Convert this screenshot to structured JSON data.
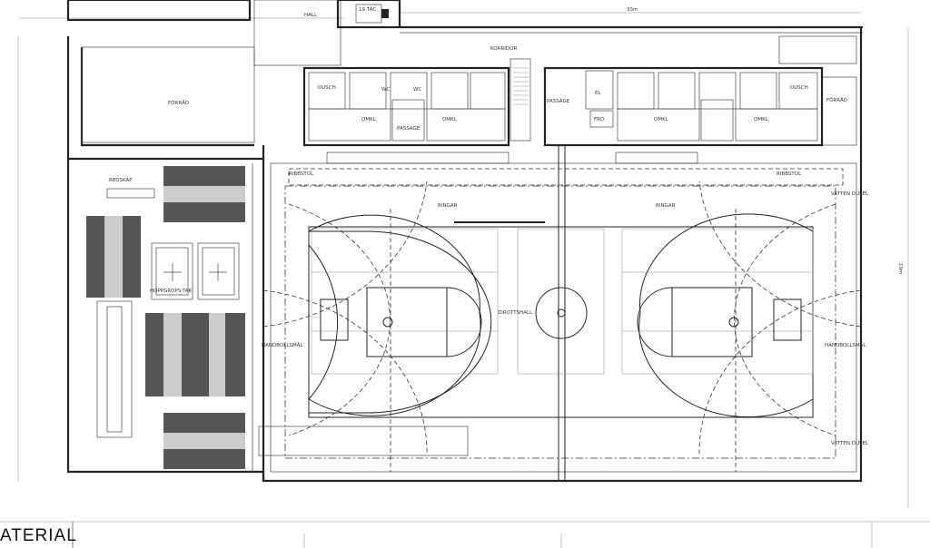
{
  "rooms": {
    "top_label_1": "19 TÄC",
    "top_label_2": "HALL",
    "corridor": "KORRIDOR",
    "passage_left": "PASSAGE",
    "passage_right": "PASSAGE",
    "wc_label": "WC",
    "dusch": "DUSCH",
    "omkl": "OMKL",
    "el": "EL",
    "fpd": "FRD",
    "forrad_left": "FÖRRÅD",
    "forrad_right": "FÖRRÅD",
    "idrottshall": "IDROTTSHALL",
    "redskap": "REDSKAP",
    "hoppgrop": "HOPPGROPS-TAK",
    "vattendusel": "VATTEN DUSEL",
    "handbollsmal_left": "HANDBOLLSMÅL",
    "handbollsmal_right": "HANDBOLLSMÅL",
    "ringar": "RINGAR",
    "ribbstol": "RIBBSTOL",
    "dim_width": "33m",
    "dim_height": "19m",
    "bottom": "ATERIAL"
  }
}
